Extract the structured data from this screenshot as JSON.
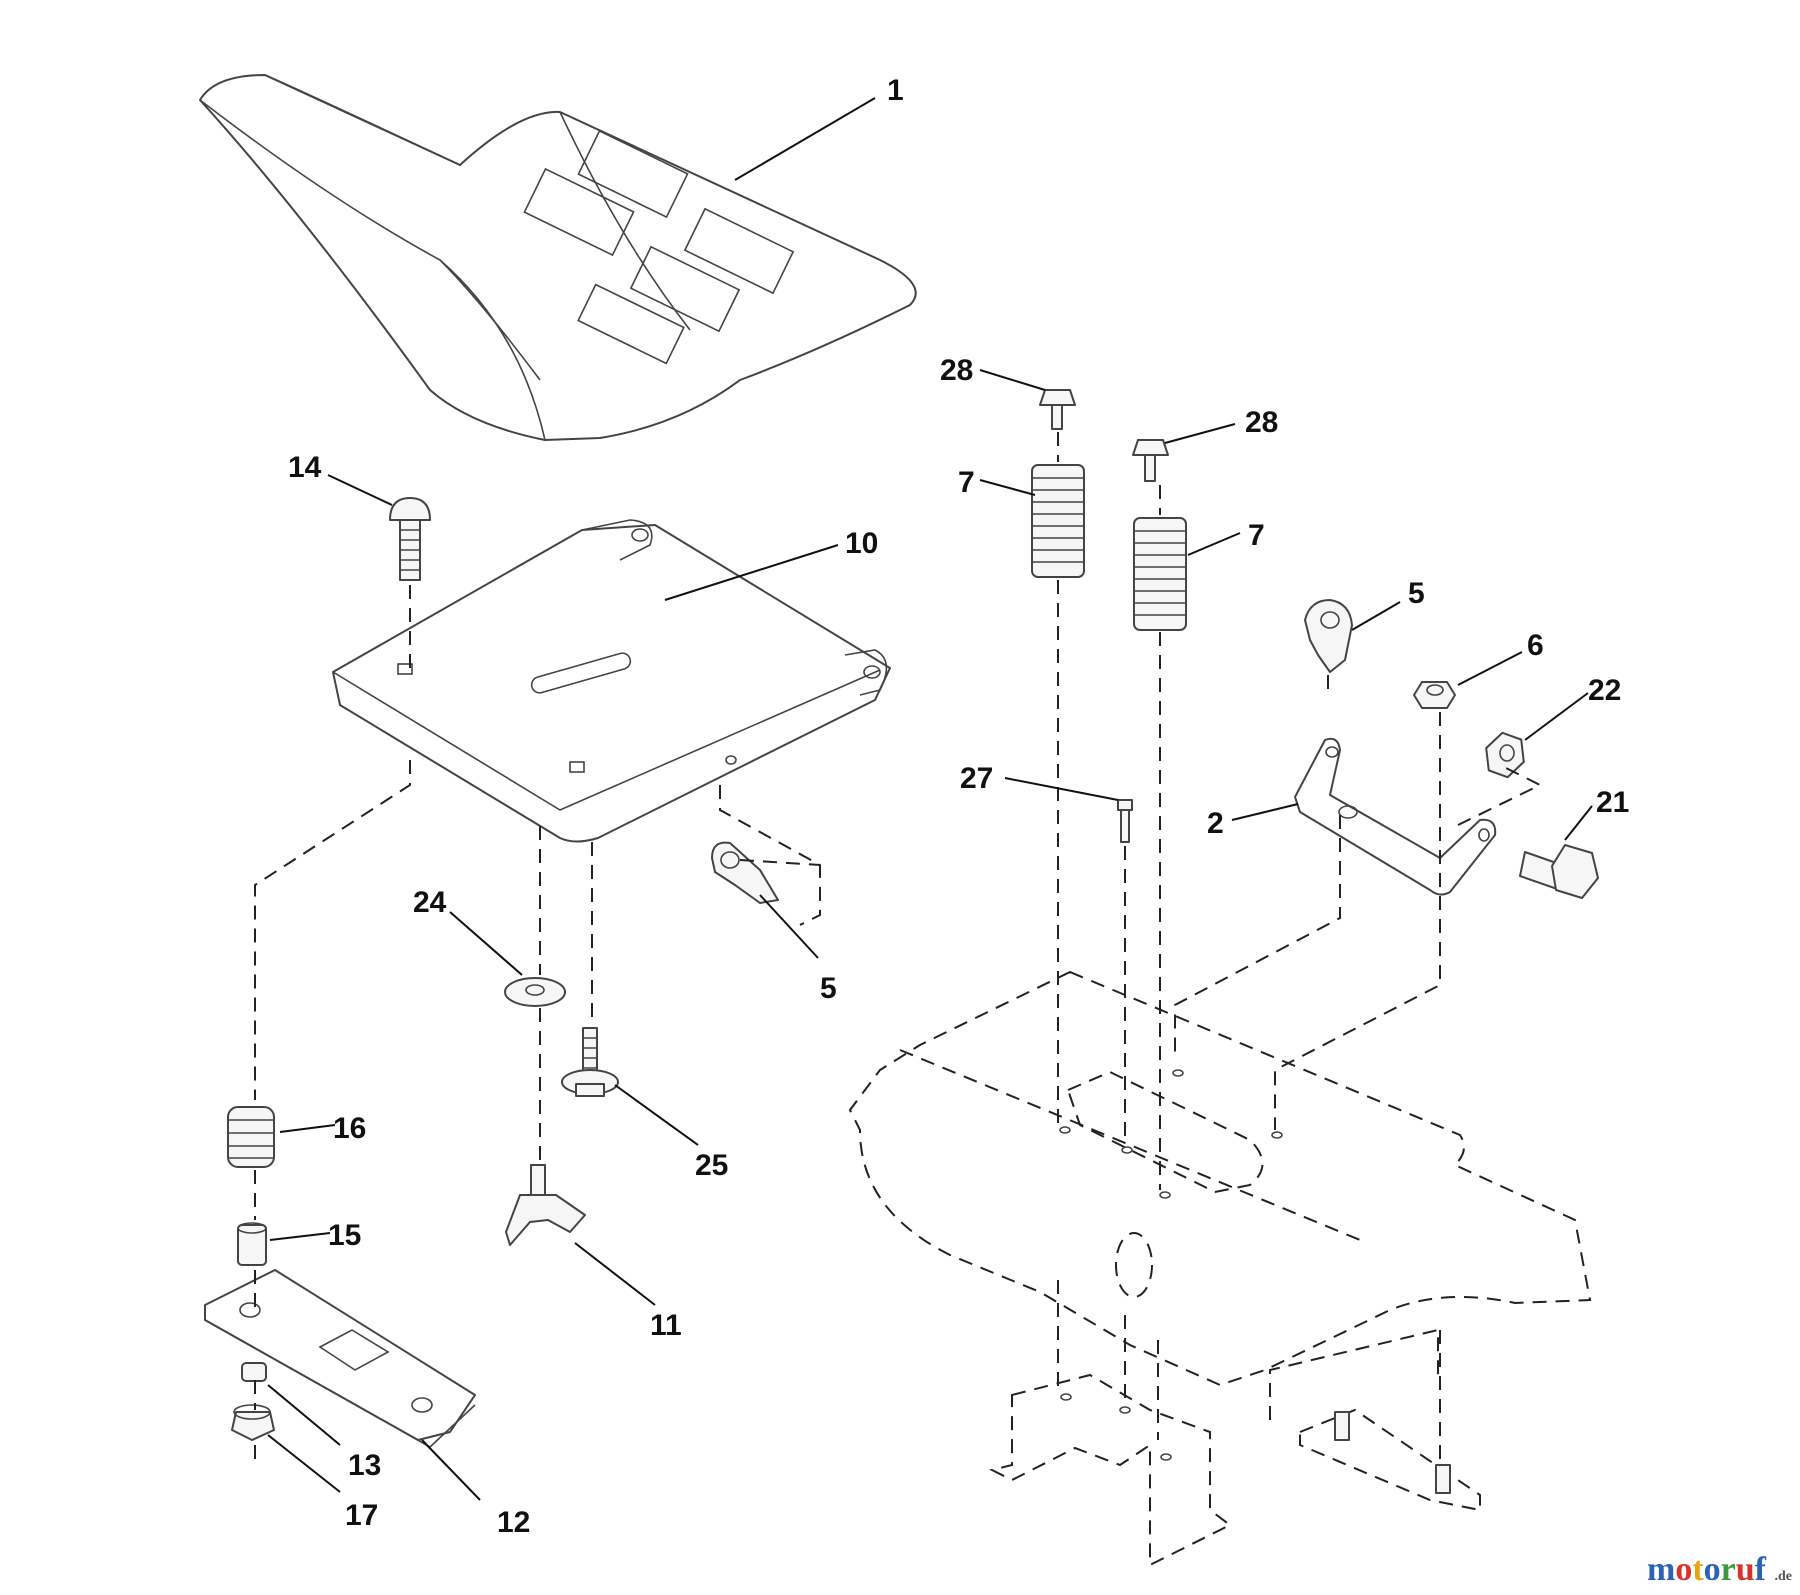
{
  "callouts": [
    {
      "id": "c1",
      "text": "1"
    },
    {
      "id": "c28a",
      "text": "28"
    },
    {
      "id": "c28b",
      "text": "28"
    },
    {
      "id": "c7a",
      "text": "7"
    },
    {
      "id": "c7b",
      "text": "7"
    },
    {
      "id": "c14",
      "text": "14"
    },
    {
      "id": "c10",
      "text": "10"
    },
    {
      "id": "c5a",
      "text": "5"
    },
    {
      "id": "c6",
      "text": "6"
    },
    {
      "id": "c22",
      "text": "22"
    },
    {
      "id": "c21",
      "text": "21"
    },
    {
      "id": "c27",
      "text": "27"
    },
    {
      "id": "c2",
      "text": "2"
    },
    {
      "id": "c24",
      "text": "24"
    },
    {
      "id": "c5b",
      "text": "5"
    },
    {
      "id": "c16",
      "text": "16"
    },
    {
      "id": "c25",
      "text": "25"
    },
    {
      "id": "c15",
      "text": "15"
    },
    {
      "id": "c11",
      "text": "11"
    },
    {
      "id": "c13",
      "text": "13"
    },
    {
      "id": "c17",
      "text": "17"
    },
    {
      "id": "c12",
      "text": "12"
    }
  ],
  "watermark": {
    "brand_letters": [
      "m",
      "o",
      "t",
      "o",
      "r",
      "u",
      "f"
    ],
    "brand_colors": [
      "#2a63b8",
      "#d9342b",
      "#e8a317",
      "#2a63b8",
      "#3a9a3a",
      "#d9342b",
      "#2a63b8"
    ],
    "tld": ".de"
  }
}
